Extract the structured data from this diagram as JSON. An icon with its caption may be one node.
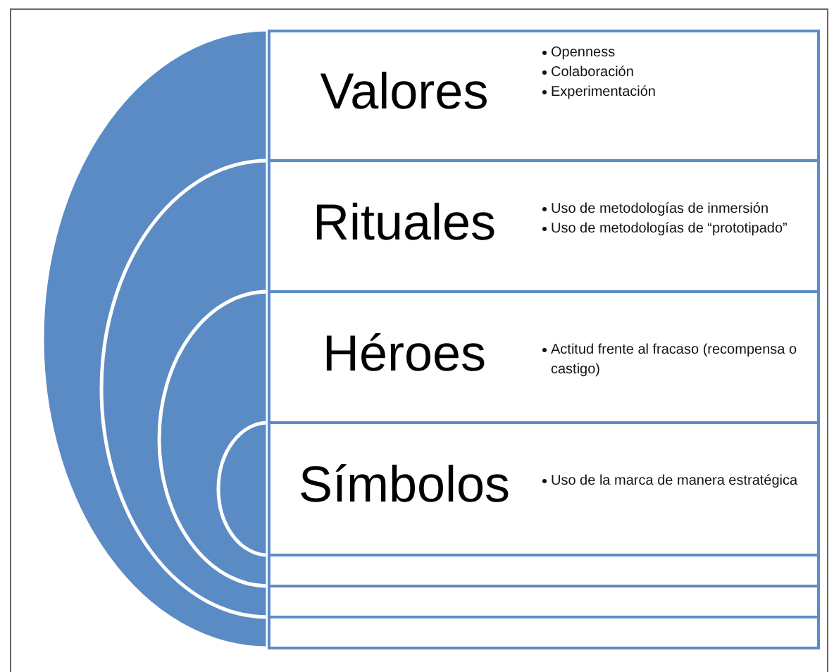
{
  "diagram": {
    "nodes": [
      {
        "text": [
          "Valores",
          "Openness",
          "Colaboración",
          "Experimentación"
        ]
      },
      {
        "text": [
          "Rituales",
          "Uso de metodologías de inmersión",
          "Uso de metodologías de “prototipado”"
        ]
      },
      {
        "text": [
          "Héroes",
          "Actitud frente al fracaso (recompensa o castigo)"
        ]
      },
      {
        "text": [
          "Símbolos",
          "Uso de la marca de manera estratégica"
        ]
      },
      {
        "text": [],
        "shape": "box"
      },
      {
        "text": [],
        "shape": "box"
      },
      {
        "text": [],
        "shape": "box"
      }
    ]
  }
}
